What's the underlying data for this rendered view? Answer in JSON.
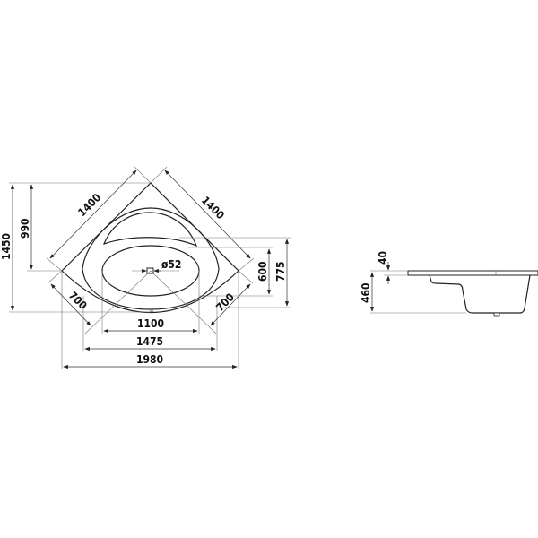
{
  "plan_view": {
    "diag_left": "1400",
    "diag_right": "1400",
    "height_total": "1450",
    "height_front": "990",
    "drain": "ø52",
    "diag_short_left": "700",
    "diag_short_right": "700",
    "inner_width": "1100",
    "basin_width": "1475",
    "total_width": "1980",
    "depth_inner": "600",
    "depth_basin": "775"
  },
  "side_view": {
    "rim": "40",
    "height": "460"
  }
}
